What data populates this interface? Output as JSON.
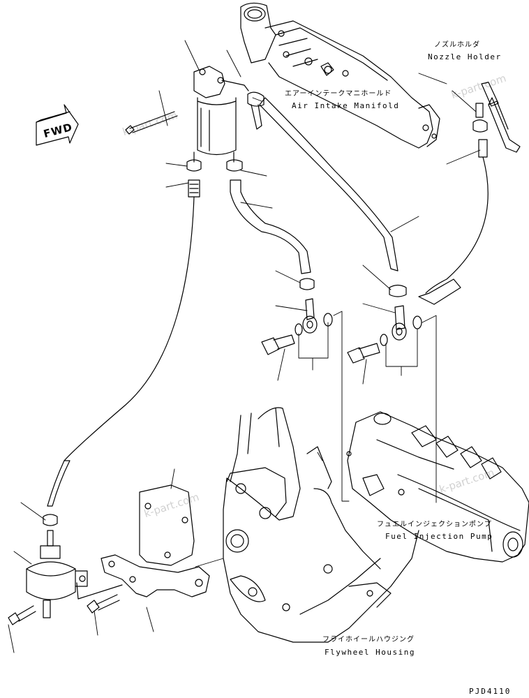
{
  "labels": {
    "nozzle_holder_jp": "ノズルホルダ",
    "nozzle_holder_en": "Nozzle Holder",
    "air_intake_jp": "エアーインテークマニホールド",
    "air_intake_en": "Air Intake Manifold",
    "fuel_pump_jp": "フュエルインジェクションポンプ",
    "fuel_pump_en": "Fuel Injection Pump",
    "flywheel_jp": "フライホイールハウジング",
    "flywheel_en": "Flywheel Housing"
  },
  "direction_marker": "FWD",
  "watermark": "k-part.com",
  "drawing_code": "PJD4110",
  "stroke_color": "#000000",
  "background_color": "#ffffff"
}
